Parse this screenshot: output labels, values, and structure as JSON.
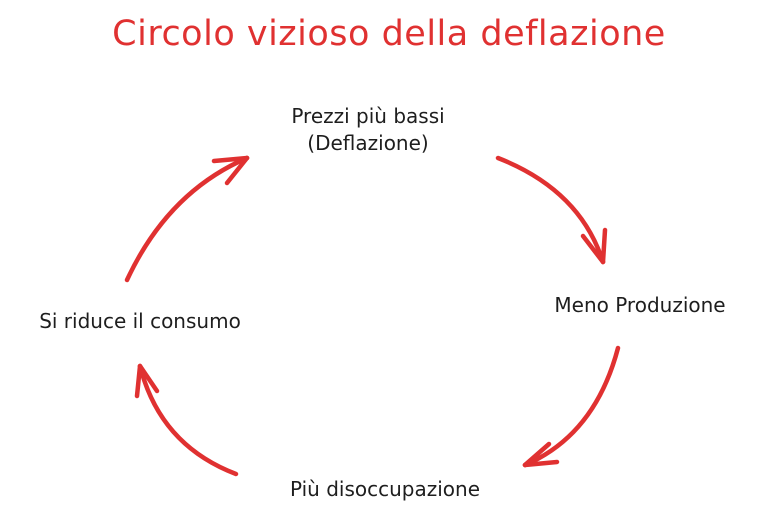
{
  "title": "Circolo vizioso della deflazione",
  "colors": {
    "title": "#e03131",
    "arrow": "#e03131",
    "text": "#1e1e1e",
    "background": "#ffffff"
  },
  "nodes": {
    "top_line1": "Prezzi più bassi",
    "top_line2": "(Deflazione)",
    "right": "Meno Produzione",
    "bottom": "Più disoccupazione",
    "left": "Si riduce il consumo"
  }
}
